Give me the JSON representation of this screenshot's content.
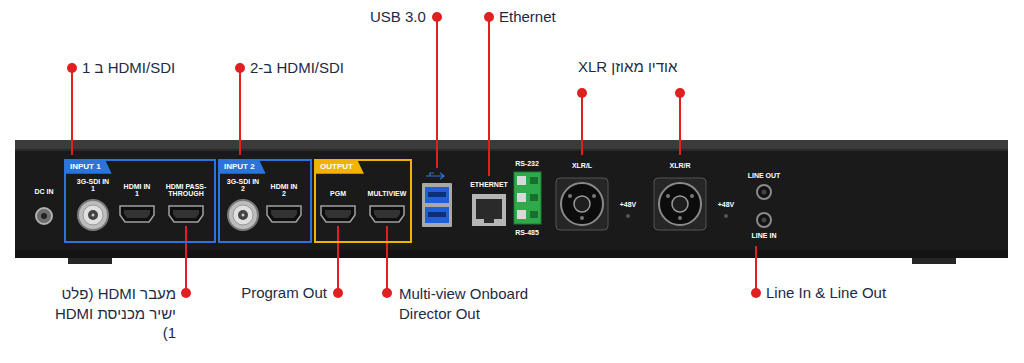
{
  "diagram": {
    "nodes": [
      {
        "text": [
          "INPUT 1"
        ]
      },
      {
        "text": [
          "INPUT 2"
        ]
      },
      {
        "text": [
          "OUTPUT"
        ]
      }
    ],
    "labels": [
      "HDMI/SDI ב 1",
      "HDMI/SDI ב-2",
      "USB 3.0",
      "Ethernet",
      "אודיו מאוזן XLR",
      "מעבר HDMI (פלט ישיר מכניסת HDMI 1)",
      "Program Out",
      "Multi-view Onboard Director Out",
      "Line In & Line Out",
      "DC IN",
      "3G-SDI IN 1",
      "HDMI IN 1",
      "HDMI PASS-THROUGH",
      "3G-SDI IN 2",
      "HDMI IN 2",
      "PGM",
      "MULTIVIEW",
      "ETHERNET",
      "RS-232",
      "RS-485",
      "XLR/L",
      "+48V",
      "XLR/R",
      "+48V",
      "LINE OUT",
      "LINE IN"
    ]
  }
}
